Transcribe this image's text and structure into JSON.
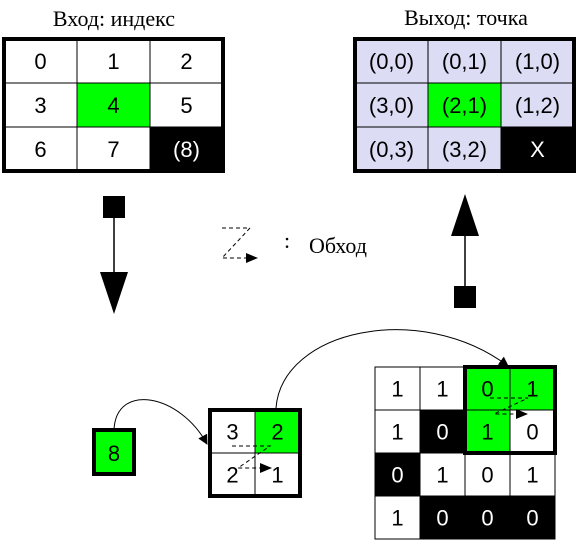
{
  "input_title": "Вход: индекс",
  "output_title": "Выход: точка",
  "legend_label": "Обход",
  "legend_colon": ":",
  "input_grid": {
    "cells": [
      {
        "text": "0",
        "fill": "white"
      },
      {
        "text": "1",
        "fill": "white"
      },
      {
        "text": "2",
        "fill": "white"
      },
      {
        "text": "3",
        "fill": "white"
      },
      {
        "text": "4",
        "fill": "green"
      },
      {
        "text": "5",
        "fill": "white"
      },
      {
        "text": "6",
        "fill": "white"
      },
      {
        "text": "7",
        "fill": "white"
      },
      {
        "text": "(8)",
        "fill": "black"
      }
    ]
  },
  "output_grid": {
    "cells": [
      {
        "text": "(0,0)",
        "fill": "lavender"
      },
      {
        "text": "(0,1)",
        "fill": "lavender"
      },
      {
        "text": "(1,0)",
        "fill": "lavender"
      },
      {
        "text": "(3,0)",
        "fill": "lavender"
      },
      {
        "text": "(2,1)",
        "fill": "green"
      },
      {
        "text": "(1,2)",
        "fill": "lavender"
      },
      {
        "text": "(0,3)",
        "fill": "lavender"
      },
      {
        "text": "(3,2)",
        "fill": "lavender"
      },
      {
        "text": "X",
        "fill": "black"
      }
    ]
  },
  "small_node": {
    "text": "8"
  },
  "mid_grid": {
    "cells": [
      {
        "text": "3",
        "fill": "white"
      },
      {
        "text": "2",
        "fill": "green"
      },
      {
        "text": "2",
        "fill": "white"
      },
      {
        "text": "1",
        "fill": "white"
      }
    ]
  },
  "big_grid": {
    "cells": [
      {
        "text": "1",
        "fill": "white"
      },
      {
        "text": "1",
        "fill": "white"
      },
      {
        "text": "0",
        "fill": "green"
      },
      {
        "text": "1",
        "fill": "green"
      },
      {
        "text": "1",
        "fill": "white"
      },
      {
        "text": "0",
        "fill": "black"
      },
      {
        "text": "1",
        "fill": "green"
      },
      {
        "text": "0",
        "fill": "white"
      },
      {
        "text": "0",
        "fill": "black"
      },
      {
        "text": "1",
        "fill": "white"
      },
      {
        "text": "0",
        "fill": "white"
      },
      {
        "text": "1",
        "fill": "white"
      },
      {
        "text": "1",
        "fill": "white"
      },
      {
        "text": "0",
        "fill": "black"
      },
      {
        "text": "0",
        "fill": "black"
      },
      {
        "text": "0",
        "fill": "black"
      }
    ]
  },
  "colors": {
    "green": "#00ff00",
    "black": "#000000",
    "white": "#ffffff",
    "lavender": "#dcdcf5",
    "stroke": "#000000"
  }
}
